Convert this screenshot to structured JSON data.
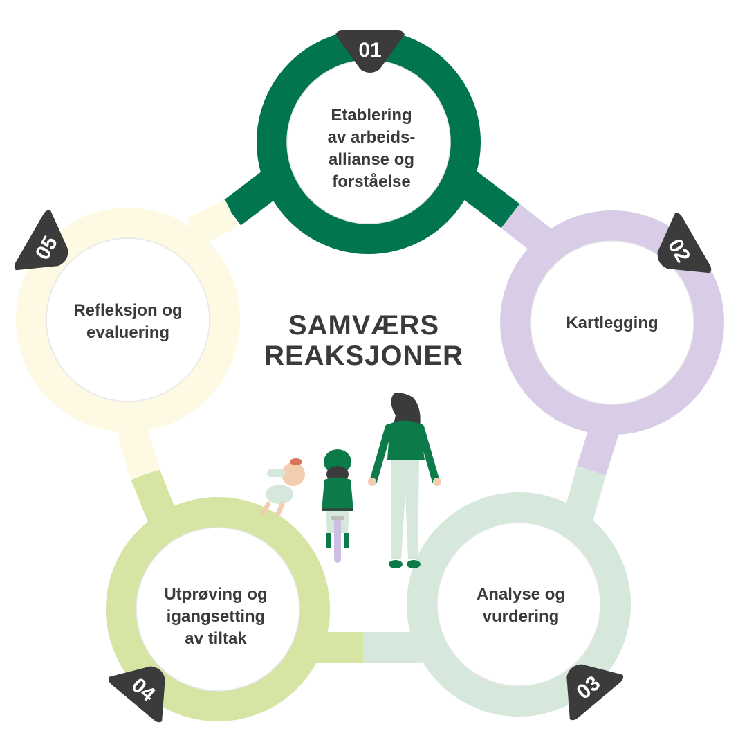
{
  "title": {
    "lines": [
      "SAMVÆRS",
      "REAKSJONER"
    ]
  },
  "steps": [
    {
      "number": "01",
      "label_lines": [
        "Etablering",
        "av arbeids-",
        "allianse og",
        "forståelse"
      ],
      "color": "#007550"
    },
    {
      "number": "02",
      "label_lines": [
        "Kartlegging"
      ],
      "color": "#d9cce6"
    },
    {
      "number": "03",
      "label_lines": [
        "Analyse og",
        "vurdering"
      ],
      "color": "#d6e8dc"
    },
    {
      "number": "04",
      "label_lines": [
        "Utprøving og",
        "igangsetting",
        "av tiltak"
      ],
      "color": "#d6e4a4"
    },
    {
      "number": "05",
      "label_lines": [
        "Refleksjon og",
        "evaluering"
      ],
      "color": "#fdf9e3"
    }
  ],
  "colors": {
    "badge": "#3b3b3b",
    "text": "#3a3a3a",
    "figure_green": "#0d7a4a",
    "figure_pale": "#d6e8dc",
    "skin": "#f2cdb0",
    "hair": "#3b3b3b",
    "bike": "#cdbfe3"
  },
  "illustration": {
    "figures": [
      "woman-figure",
      "child-on-bike-figure",
      "baby-figure"
    ]
  }
}
